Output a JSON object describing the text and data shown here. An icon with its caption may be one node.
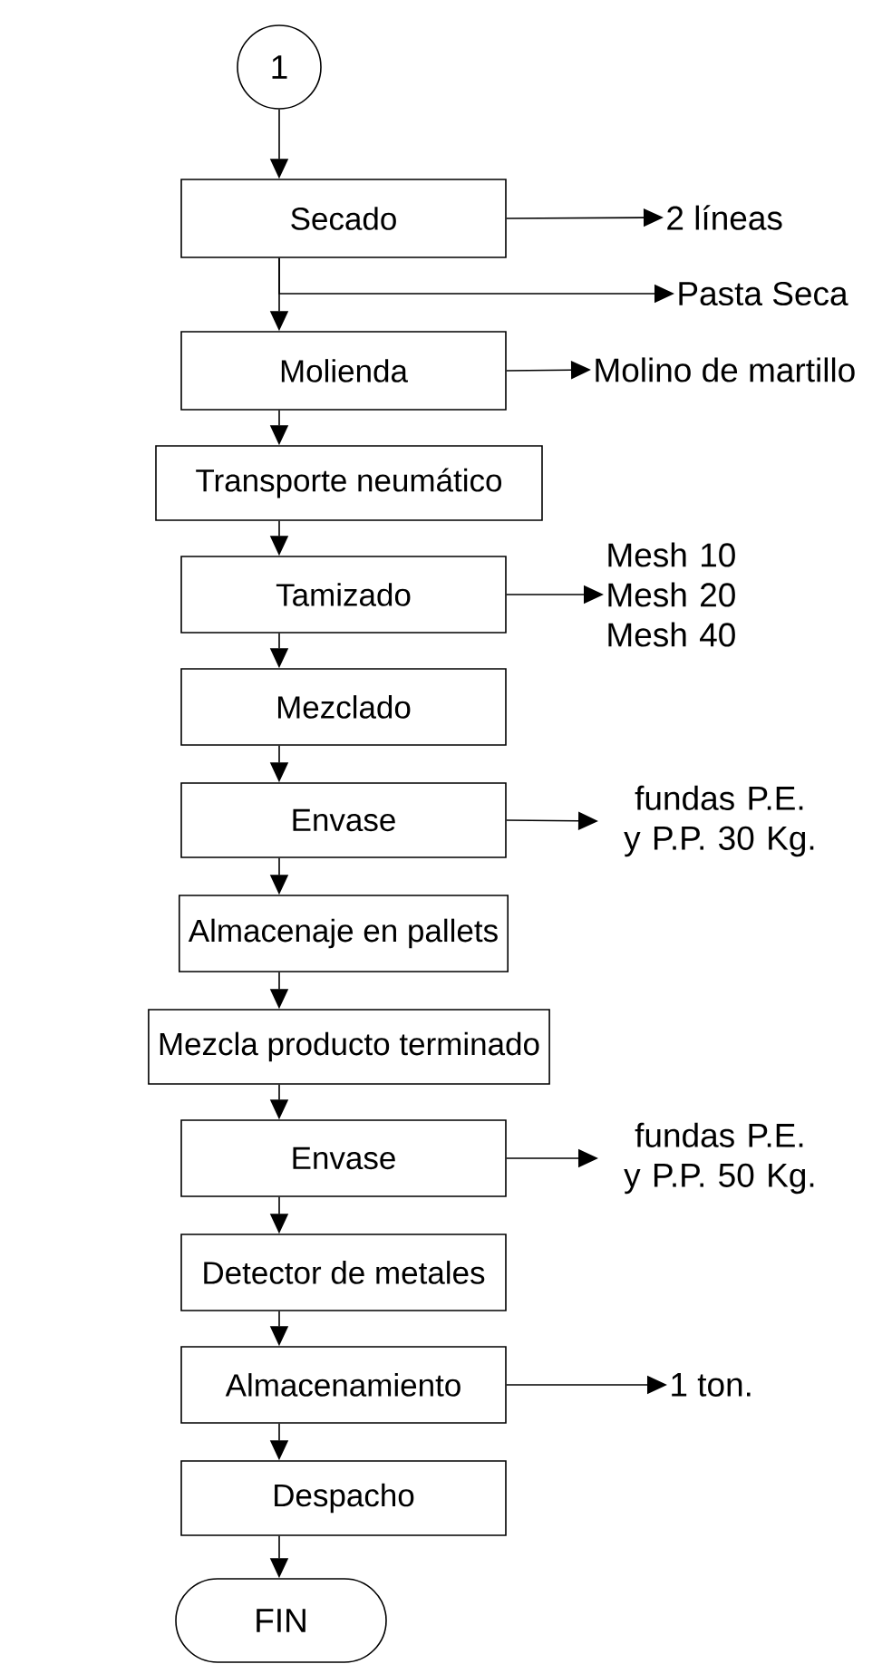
{
  "diagram": {
    "nodes": [
      {
        "text": [
          "1"
        ]
      },
      {
        "text": [
          "Secado"
        ]
      },
      {
        "text": [
          "2 líneas"
        ]
      },
      {
        "text": [
          "Pasta Seca"
        ]
      },
      {
        "text": [
          "Molienda"
        ]
      },
      {
        "text": [
          "Molino de martillo"
        ]
      },
      {
        "text": [
          "Transporte neumático"
        ]
      },
      {
        "text": [
          "Tamizado"
        ]
      },
      {
        "text": [
          "Mesh 10 Mesh 20 Mesh 40"
        ]
      },
      {
        "text": [
          "Mezclado"
        ]
      },
      {
        "text": [
          "Envase"
        ]
      },
      {
        "text": [
          "fundas P.E. y P.P. 30 Kg."
        ]
      },
      {
        "text": [
          "Almacenaje en pallets"
        ]
      },
      {
        "text": [
          "Mezcla producto terminado"
        ]
      },
      {
        "text": [
          "Envase"
        ]
      },
      {
        "text": [
          "fundas P.E. y P.P. 50 Kg."
        ]
      },
      {
        "text": [
          "Detector de metales"
        ]
      },
      {
        "text": [
          "Almacenamiento"
        ]
      },
      {
        "text": [
          "1 ton."
        ]
      },
      {
        "text": [
          "Despacho"
        ]
      },
      {
        "text": [
          "FIN"
        ]
      }
    ],
    "edges": [
      {
        "from": 0,
        "to": 1,
        "arrow": "to"
      },
      {
        "from": 1,
        "to": 2,
        "arrow": "to"
      },
      {
        "from": 1,
        "to": 4,
        "arrow": "to"
      },
      {
        "from": 1,
        "to": 3,
        "arrow": "to"
      },
      {
        "from": 4,
        "to": 5,
        "arrow": "to"
      },
      {
        "from": 4,
        "to": 6,
        "arrow": "to"
      },
      {
        "from": 6,
        "to": 7,
        "arrow": "to"
      },
      {
        "from": 7,
        "to": 8,
        "arrow": "to"
      },
      {
        "from": 7,
        "to": 9,
        "arrow": "to"
      },
      {
        "from": 9,
        "to": 10,
        "arrow": "to"
      },
      {
        "from": 10,
        "to": 11,
        "arrow": "to"
      },
      {
        "from": 10,
        "to": 12,
        "arrow": "to"
      },
      {
        "from": 12,
        "to": 13,
        "arrow": "to"
      },
      {
        "from": 13,
        "to": 14,
        "arrow": "to"
      },
      {
        "from": 14,
        "to": 15,
        "arrow": "to"
      },
      {
        "from": 14,
        "to": 16,
        "arrow": "to"
      },
      {
        "from": 16,
        "to": 17,
        "arrow": "to"
      },
      {
        "from": 17,
        "to": 18,
        "arrow": "to"
      },
      {
        "from": 17,
        "to": 19,
        "arrow": "to"
      },
      {
        "from": 19,
        "to": 20,
        "arrow": "to"
      }
    ]
  }
}
